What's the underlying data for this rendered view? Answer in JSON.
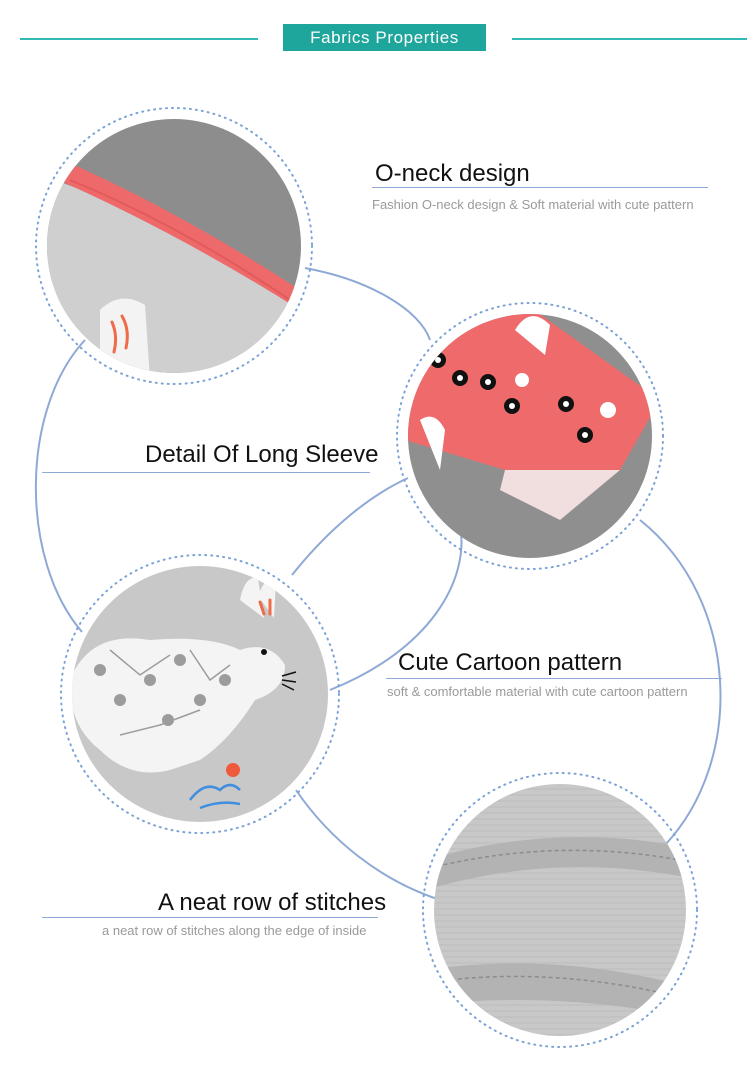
{
  "header": {
    "badge_label": "Fabrics Properties"
  },
  "features": [
    {
      "title": "O-neck design",
      "subtitle": "Fashion  O-neck design & Soft material with cute pattern"
    },
    {
      "title": "Detail Of Long Sleeve"
    },
    {
      "title": "Cute Cartoon pattern",
      "subtitle": "soft  & comfortable material with cute cartoon pattern"
    },
    {
      "title": "A neat row of stitches",
      "subtitle": "a neat row of stitches along the edge of inside"
    }
  ],
  "colors": {
    "accent": "#1fa69c",
    "line": "#33b9b4",
    "connector": "#8fa9d6",
    "fabric_pink": "#ee6a6a",
    "fabric_grey": "#c9c9c9"
  }
}
